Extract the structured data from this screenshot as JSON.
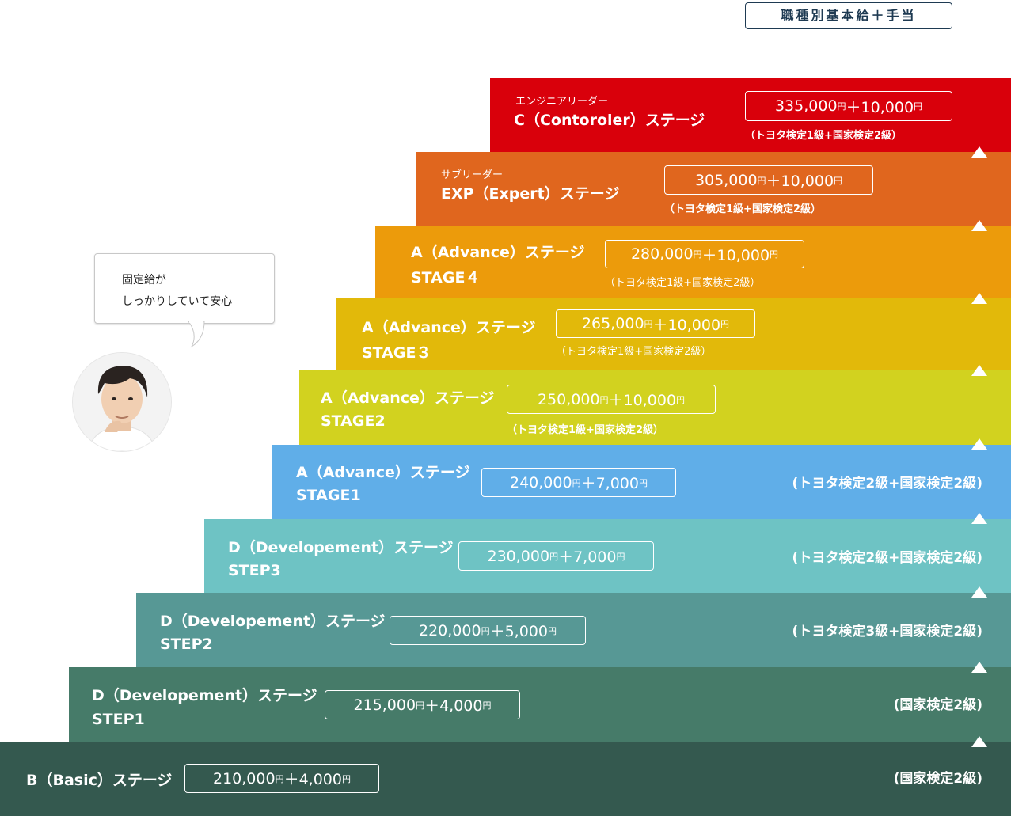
{
  "header": {
    "label": "職種別基本給＋手当"
  },
  "bubble": {
    "line1": "固定給が",
    "line2": "しっかりしていて安心"
  },
  "yen": "円",
  "stairs": [
    {
      "sub": "エンジニアリーダー",
      "name": "C（Contoroler）ステージ",
      "base": "335,000",
      "allowance": "＋10,000",
      "cert": "（トヨタ検定1級+国家検定2級）",
      "color": "#d9000b"
    },
    {
      "sub": "サブリーダー",
      "name": "EXP（Expert）ステージ",
      "base": "305,000",
      "allowance": "＋10,000",
      "cert": "（トヨタ検定1級+国家検定2級）",
      "color": "#e0661e"
    },
    {
      "name": "A（Advance）ステージ",
      "name2": "STAGE４",
      "base": "280,000",
      "allowance": "＋10,000",
      "cert": "（トヨタ検定1級+国家検定2級）",
      "color": "#ec9b0b"
    },
    {
      "name": "A（Advance）ステージ",
      "name2": "STAGE３",
      "base": "265,000",
      "allowance": "＋10,000",
      "cert": "（トヨタ検定1級+国家検定2級）",
      "color": "#e2b90a"
    },
    {
      "name": "A（Advance）ステージ",
      "name2": "STAGE2",
      "base": "250,000",
      "allowance": "＋10,000",
      "cert": "（トヨタ検定1級+国家検定2級）",
      "color": "#d2d21f"
    },
    {
      "name": "A（Advance）ステージ",
      "name2": "STAGE1",
      "base": "240,000",
      "allowance": "＋7,000",
      "cert": "(トヨタ検定2級+国家検定2級)",
      "color": "#60aee8"
    },
    {
      "name": "D（Developement）ステージ",
      "name2": "STEP3",
      "base": "230,000",
      "allowance": "＋7,000",
      "cert": "(トヨタ検定2級+国家検定2級)",
      "color": "#6ec3c4"
    },
    {
      "name": "D（Developement）ステージ",
      "name2": "STEP2",
      "base": "220,000",
      "allowance": "＋5,000",
      "cert": "(トヨタ検定3級+国家検定2級)",
      "color": "#579895"
    },
    {
      "name": "D（Developement）ステージ",
      "name2": "STEP1",
      "base": "215,000",
      "allowance": "＋4,000",
      "cert": "(国家検定2級)",
      "color": "#467b69"
    },
    {
      "name": "B（Basic）ステージ",
      "base": "210,000",
      "allowance": "＋4,000",
      "cert": "(国家検定2級)",
      "color": "#34594f"
    }
  ]
}
